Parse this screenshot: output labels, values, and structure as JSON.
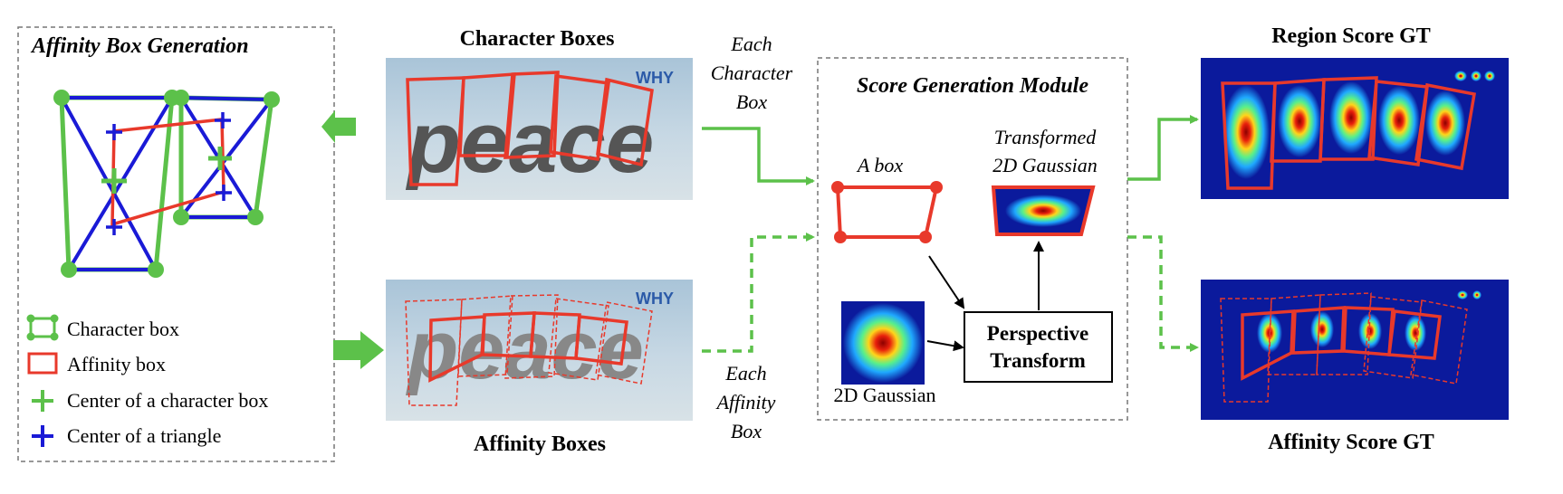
{
  "affinity_panel": {
    "title": "Affinity Box Generation",
    "legend": [
      {
        "label": "Character box",
        "icon": "green-rounded-box-icon",
        "color": "#5cc14a"
      },
      {
        "label": "Affinity box",
        "icon": "red-rectangle-icon",
        "color": "#e8392b"
      },
      {
        "label": "Center of a character box",
        "icon": "green-plus-icon",
        "color": "#5cc14a"
      },
      {
        "label": "Center of a triangle",
        "icon": "blue-plus-icon",
        "color": "#1a1ad6"
      }
    ]
  },
  "images": {
    "character_boxes_title": "Character Boxes",
    "affinity_boxes_title": "Affinity Boxes",
    "word": "peace",
    "watermark": "WHY"
  },
  "flow_labels": {
    "each_character_box": [
      "Each",
      "Character",
      "Box"
    ],
    "each_affinity_box": [
      "Each",
      "Affinity",
      "Box"
    ]
  },
  "module": {
    "title": "Score Generation Module",
    "a_box": "A box",
    "transformed_gaussian": [
      "Transformed",
      "2D Gaussian"
    ],
    "gaussian_2d": "2D Gaussian",
    "perspective_transform": [
      "Perspective",
      "Transform"
    ]
  },
  "outputs": {
    "region_title": "Region Score GT",
    "affinity_title": "Affinity Score GT"
  },
  "colors": {
    "green": "#5cc14a",
    "red": "#e8392b",
    "blue": "#1a1ad6",
    "heatmap_bg": "#0b1a9c",
    "dashed_border": "#777777"
  }
}
